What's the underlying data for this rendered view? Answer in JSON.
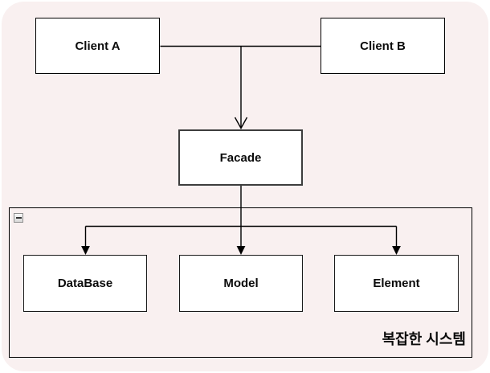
{
  "diagram": {
    "kind": "facade-pattern-diagram",
    "nodes": {
      "client_a": {
        "label": "Client A"
      },
      "client_b": {
        "label": "Client B"
      },
      "facade": {
        "label": "Facade"
      },
      "database": {
        "label": "DataBase"
      },
      "model": {
        "label": "Model"
      },
      "element": {
        "label": "Element"
      }
    },
    "container": {
      "label": "복잡한 시스템",
      "collapse_button": "minus"
    },
    "edges": [
      {
        "from": "Client A",
        "to": "Client B",
        "type": "line"
      },
      {
        "from": "Client A / Client B",
        "to": "Facade",
        "type": "arrow-open"
      },
      {
        "from": "Facade",
        "to": "DataBase",
        "type": "arrow-filled"
      },
      {
        "from": "Facade",
        "to": "Model",
        "type": "arrow-filled"
      },
      {
        "from": "Facade",
        "to": "Element",
        "type": "arrow-filled"
      }
    ],
    "colors": {
      "canvas_background": "#f9f0f0",
      "node_background": "#ffffff",
      "node_border": "#000000",
      "facade_border": "#3d3d3d",
      "edge_color": "#000000",
      "page_background": "#ffffff"
    }
  }
}
